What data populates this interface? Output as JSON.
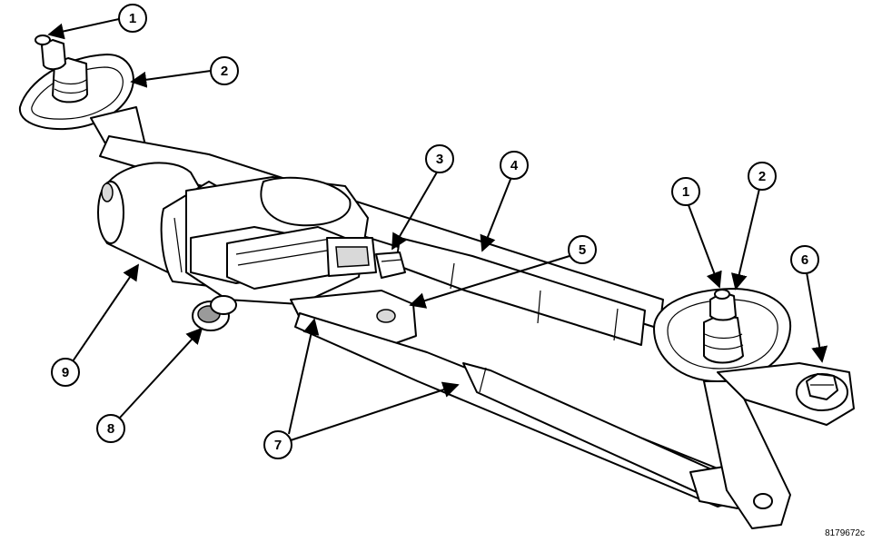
{
  "figure_id": "8179672c",
  "callouts": [
    {
      "label": "1"
    },
    {
      "label": "2"
    },
    {
      "label": "3"
    },
    {
      "label": "4"
    },
    {
      "label": "5"
    },
    {
      "label": "1"
    },
    {
      "label": "2"
    },
    {
      "label": "6"
    },
    {
      "label": "9"
    },
    {
      "label": "8"
    },
    {
      "label": "7"
    }
  ]
}
